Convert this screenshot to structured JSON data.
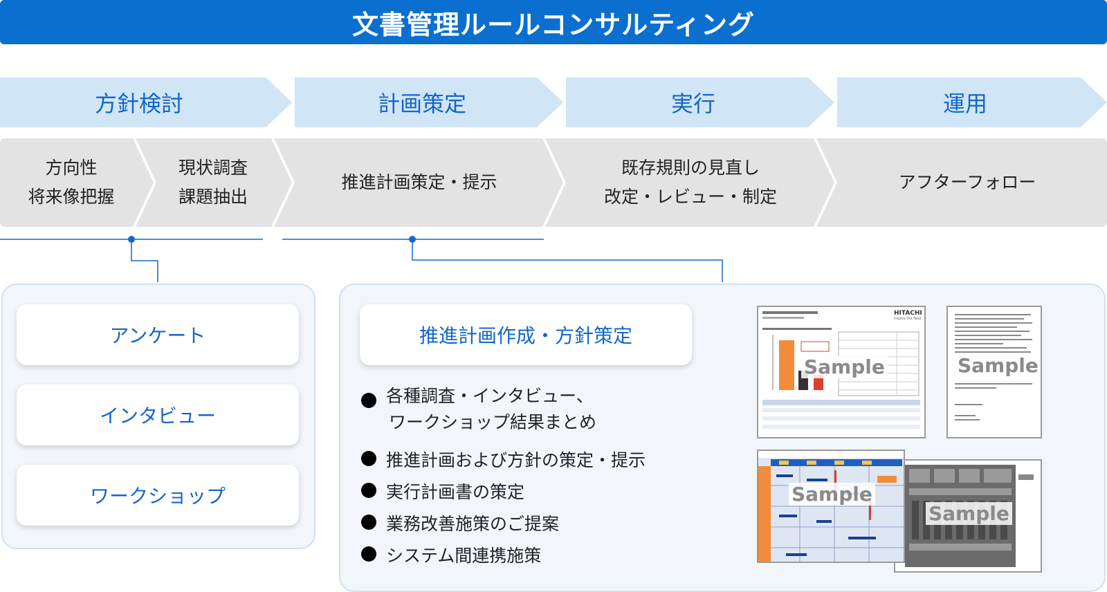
{
  "header": {
    "title": "文書管理ルールコンサルティング"
  },
  "phases": [
    {
      "label": "方針検討"
    },
    {
      "label": "計画策定"
    },
    {
      "label": "実行"
    },
    {
      "label": "運用"
    }
  ],
  "steps": [
    {
      "lines": [
        "方向性",
        "将来像把握"
      ]
    },
    {
      "lines": [
        "現状調査",
        "課題抽出"
      ]
    },
    {
      "lines": [
        "推進計画策定・提示"
      ]
    },
    {
      "lines": [
        "既存規則の見直し",
        "改定・レビュー・制定"
      ]
    },
    {
      "lines": [
        "アフターフォロー"
      ]
    }
  ],
  "methods": [
    "アンケート",
    "インタビュー",
    "ワークショップ"
  ],
  "plan": {
    "card_label": "推進計画作成・方針策定",
    "bullets": [
      {
        "lines": [
          "各種調査・インタビュー、",
          "ワークショップ結果まとめ"
        ]
      },
      {
        "lines": [
          "推進計画および方針の策定・提示"
        ]
      },
      {
        "lines": [
          "実行計画書の策定"
        ]
      },
      {
        "lines": [
          "業務改善施策のご提案"
        ]
      },
      {
        "lines": [
          "システム間連携施策"
        ]
      }
    ]
  },
  "samples": {
    "watermark": "Sample",
    "brand": "HITACHI",
    "brand_tagline": "Inspire the Next"
  },
  "colors": {
    "title_bg": "#0a6fcf",
    "phase_bg": "#d0e5f6",
    "phase_text": "#1466c8",
    "step_bg": "#e3e3e3",
    "panel_bg": "#f2f6fb",
    "connector": "#1466c8"
  }
}
